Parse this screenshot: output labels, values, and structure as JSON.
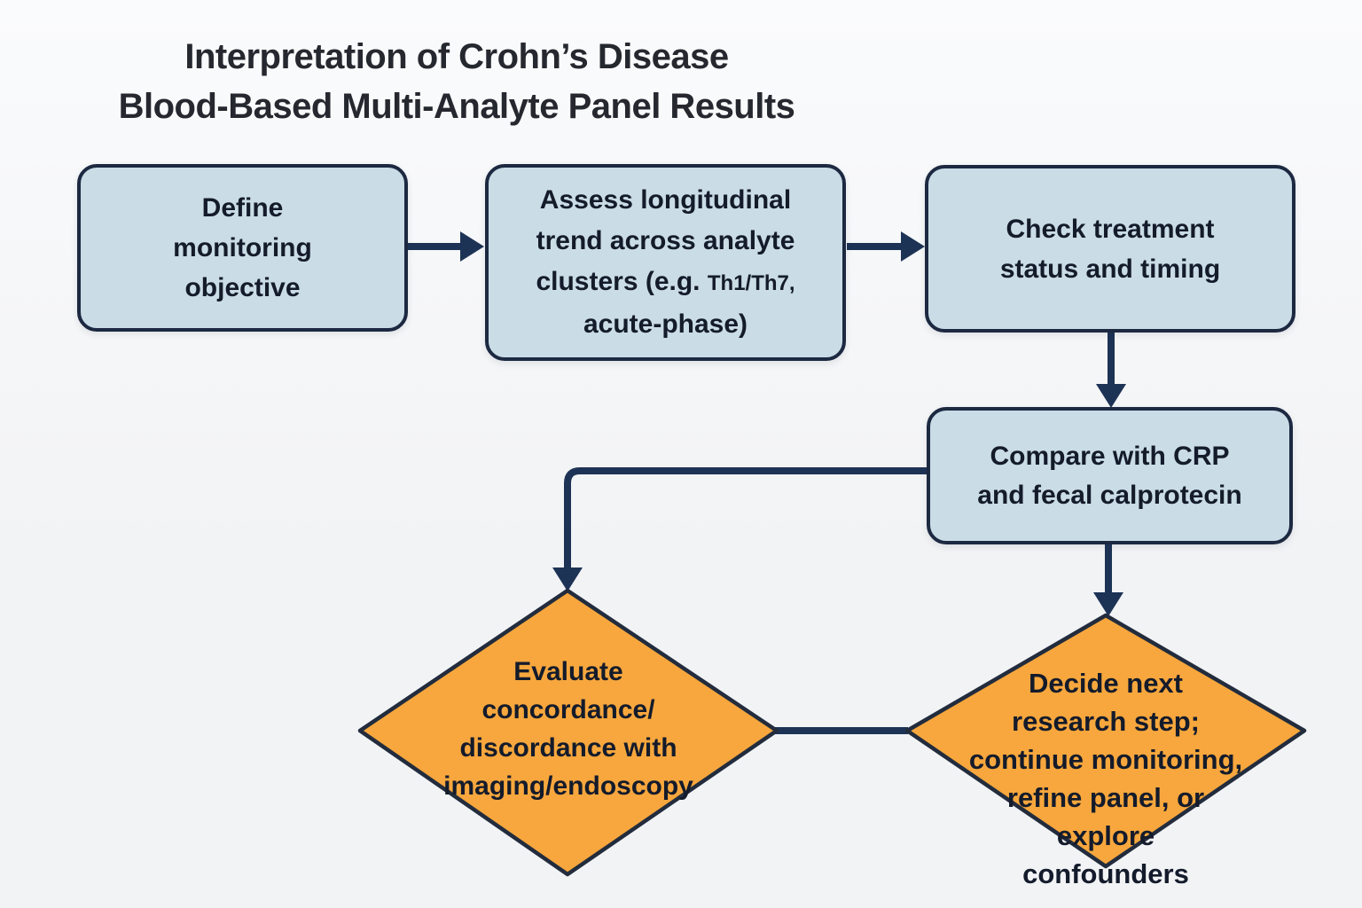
{
  "title": {
    "line1": "Interpretation of Crohn’s Disease",
    "line2": "Blood-Based Multi-Analyte Panel Results"
  },
  "nodes": {
    "define_monitoring": {
      "shape": "process",
      "line1": "Define",
      "line2": "monitoring",
      "line3": "objective"
    },
    "assess_trend": {
      "shape": "process",
      "line1": "Assess longitudinal",
      "line2": "trend across analyte",
      "line3_a": "clusters (e.g.",
      "line3_b": "Th1/Th7,",
      "line4": "acute-phase)"
    },
    "check_treatment": {
      "shape": "process",
      "line1": "Check treatment",
      "line2": "status and timing"
    },
    "compare_crp": {
      "shape": "process",
      "line1": "Compare with CRP",
      "line2": "and fecal calprotecin"
    },
    "evaluate_concordance": {
      "shape": "decision",
      "line1": "Evaluate",
      "line2": "concordance/",
      "line3": "discordance with",
      "line4": "imaging/endoscopy"
    },
    "decide_next": {
      "shape": "decision",
      "line1": "Decide next",
      "line2": "research step;",
      "line3": "continue monitoring,",
      "line4": "refine panel, or",
      "line5": "explore",
      "line6": "confounders"
    }
  },
  "edges": [
    {
      "from": "define_monitoring",
      "to": "assess_trend",
      "style": "arrow"
    },
    {
      "from": "assess_trend",
      "to": "check_treatment",
      "style": "arrow"
    },
    {
      "from": "check_treatment",
      "to": "compare_crp",
      "style": "arrow"
    },
    {
      "from": "compare_crp",
      "to": "evaluate_concordance",
      "style": "elbow-arrow"
    },
    {
      "from": "compare_crp",
      "to": "decide_next",
      "style": "arrow"
    },
    {
      "from": "evaluate_concordance",
      "to": "decide_next",
      "style": "line"
    }
  ],
  "colors": {
    "bg_top": "#fafbfc",
    "bg_bottom": "#f2f3f5",
    "box_fill": "#cadce6",
    "box_border": "#1c2941",
    "diamond_fill": "#f7a73d",
    "diamond_border": "#222c3d",
    "arrow": "#1d3356",
    "node_text": "#141b2b",
    "title_text": "#25282e"
  }
}
